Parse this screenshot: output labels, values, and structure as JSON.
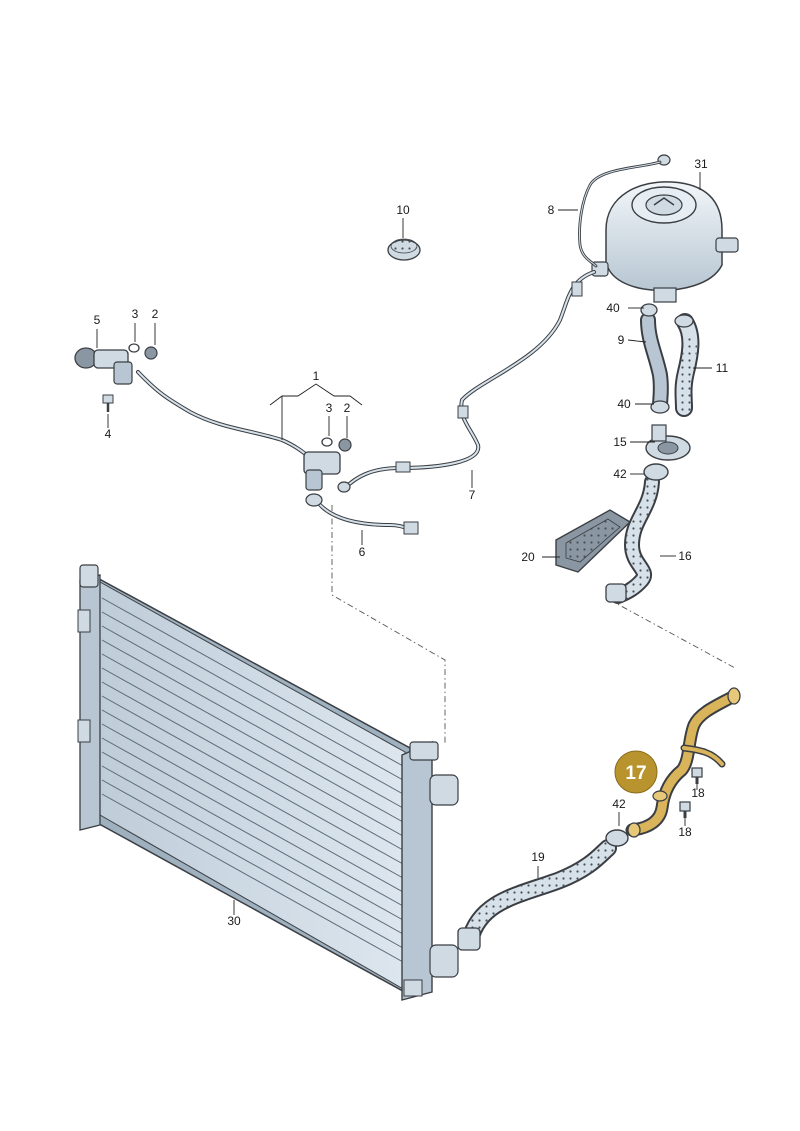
{
  "diagram": {
    "callouts": {
      "c1": "1",
      "c2a": "2",
      "c2b": "2",
      "c3a": "3",
      "c3b": "3",
      "c4": "4",
      "c5": "5",
      "c6": "6",
      "c7": "7",
      "c8": "8",
      "c9": "9",
      "c10": "10",
      "c11": "11",
      "c15": "15",
      "c16": "16",
      "c18a": "18",
      "c18b": "18",
      "c19": "19",
      "c20": "20",
      "c30": "30",
      "c31": "31",
      "c40a": "40",
      "c40b": "40",
      "c42a": "42",
      "c42b": "42"
    },
    "highlight": {
      "label": "17",
      "badge_color": "#b8932e",
      "part_color": "#d9b45a"
    },
    "colors": {
      "part_fill": "#d6e1ea",
      "part_shade": "#a9b9c6",
      "outline": "#3b3f44"
    }
  }
}
